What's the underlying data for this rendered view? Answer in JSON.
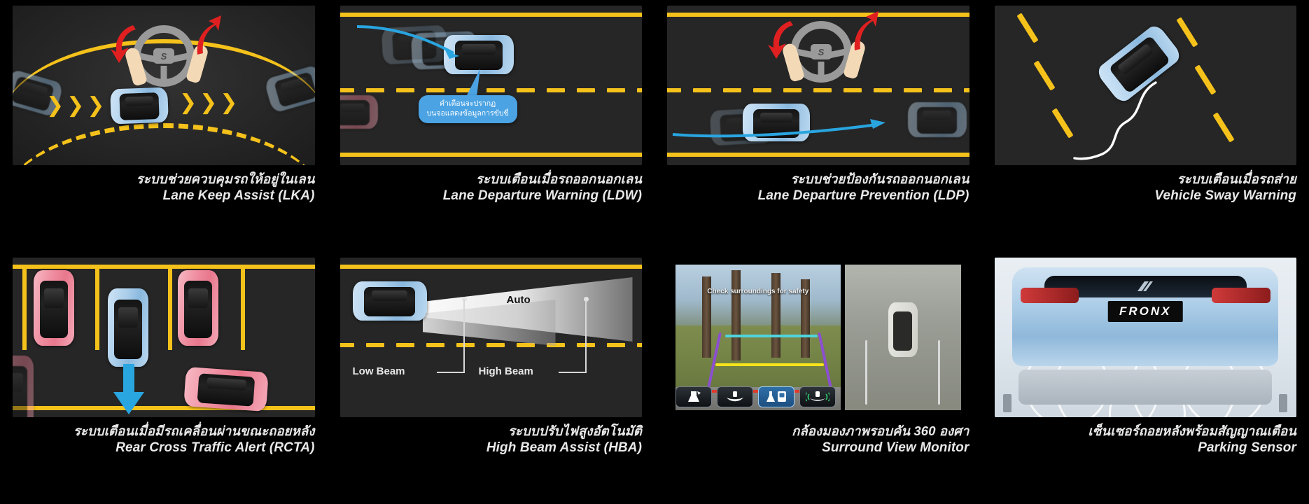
{
  "page": {
    "background": "#000000",
    "accent_yellow": "#f5c21b",
    "accent_blue": "#29a5e0",
    "caption_color": "#e8e8e8",
    "rows": 2,
    "columns": 4
  },
  "panels": [
    {
      "id": "lka",
      "title_th": "ระบบช่วยควบคุมรถให้อยู่ในเลน",
      "title_en": "Lane Keep Assist (LKA)",
      "scene": "curved-lane-with-steering-wheel",
      "wheel_logo": "S"
    },
    {
      "id": "ldw",
      "title_th": "ระบบเตือนเมื่อรถออกนอกเลน",
      "title_en": "Lane Departure Warning (LDW)",
      "scene": "car-drifting-across-lane-with-warning-bubble",
      "bubble_line1": "คำเตือนจะปรากฏ",
      "bubble_line2": "บนจอแสดงข้อมูลการขับขี่"
    },
    {
      "id": "ldp",
      "title_th": "ระบบช่วยป้องกันรถออกนอกเลน",
      "title_en": "Lane Departure Prevention (LDP)",
      "scene": "steering-correction-back-into-lane",
      "wheel_logo": "S"
    },
    {
      "id": "vsw",
      "title_th": "ระบบเตือนเมื่อรถส่าย",
      "title_en": "Vehicle Sway Warning",
      "scene": "swaying-vehicle-with-wavy-trace"
    },
    {
      "id": "rcta",
      "title_th": "ระบบเตือนเมื่อมีรถเคลื่อนผ่านขณะถอยหลัง",
      "title_en": "Rear Cross Traffic Alert (RCTA)",
      "scene": "parking-lot-reversing-with-cross-traffic"
    },
    {
      "id": "hba",
      "title_th": "ระบบปรับไฟสูงอัตโนมัติ",
      "title_en": "High Beam Assist (HBA)",
      "scene": "headlight-beam-diagram",
      "labels": {
        "auto": "Auto",
        "low_beam": "Low Beam",
        "high_beam": "High Beam"
      }
    },
    {
      "id": "svm",
      "title_th": "กล้องมองภาพรอบคัน 360 องศา",
      "title_en": "Surround View Monitor",
      "scene": "camera-split-view",
      "overlay_text": "Check surroundings for safety",
      "view_buttons": [
        {
          "name": "rear-view",
          "active": false
        },
        {
          "name": "wide-rear-view",
          "active": false
        },
        {
          "name": "split-side-view",
          "active": true
        },
        {
          "name": "sensor-view",
          "active": false
        }
      ]
    },
    {
      "id": "parking-sensor",
      "title_th": "เซ็นเซอร์ถอยหลังพร้อมสัญญาณเตือน",
      "title_en": "Parking Sensor",
      "scene": "rear-of-vehicle-with-sensor-waves",
      "badge": "FRONX"
    }
  ]
}
